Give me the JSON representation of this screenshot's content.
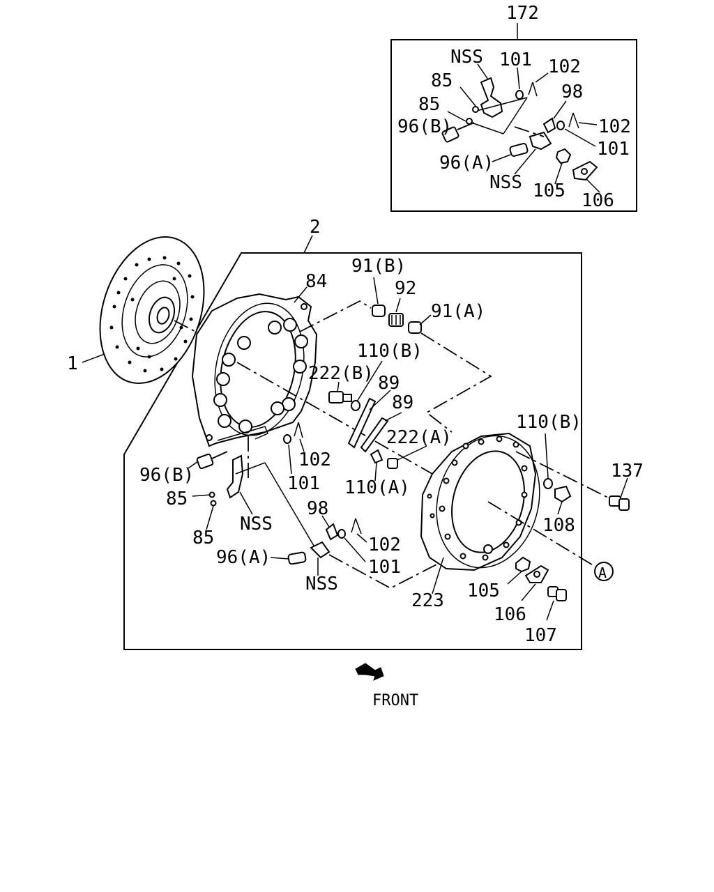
{
  "labels": {
    "l172": "172",
    "l2": "2",
    "nss_inset_top": "NSS",
    "l101_inset": "101",
    "l102_inset_a": "102",
    "l85_inset_a": "85",
    "l98_inset": "98",
    "l85_inset_b": "85",
    "l96b_inset": "96(B)",
    "l102_inset_b": "102",
    "l101_inset_b": "101",
    "l96a_inset": "96(A)",
    "nss_inset_bottom": "NSS",
    "l105_inset": "105",
    "l106_inset": "106",
    "l1": "1",
    "l84": "84",
    "l91b": "91(B)",
    "l92": "92",
    "l91a": "91(A)",
    "l110b_a": "110(B)",
    "l222b": "222(B)",
    "l89_a": "89",
    "l89_b": "89",
    "l222a": "222(A)",
    "l110b_b": "110(B)",
    "l137": "137",
    "l96b": "96(B)",
    "l102_a": "102",
    "l85_a": "85",
    "l101_a": "101",
    "l110a": "110(A)",
    "nss_a": "NSS",
    "l85_b": "85",
    "l108": "108",
    "l98": "98",
    "l102_b": "102",
    "l96a": "96(A)",
    "l101_b": "101",
    "nss_b": "NSS",
    "circle_a": "A",
    "l105": "105",
    "l223": "223",
    "l106": "106",
    "l107": "107",
    "front": "FRONT"
  }
}
